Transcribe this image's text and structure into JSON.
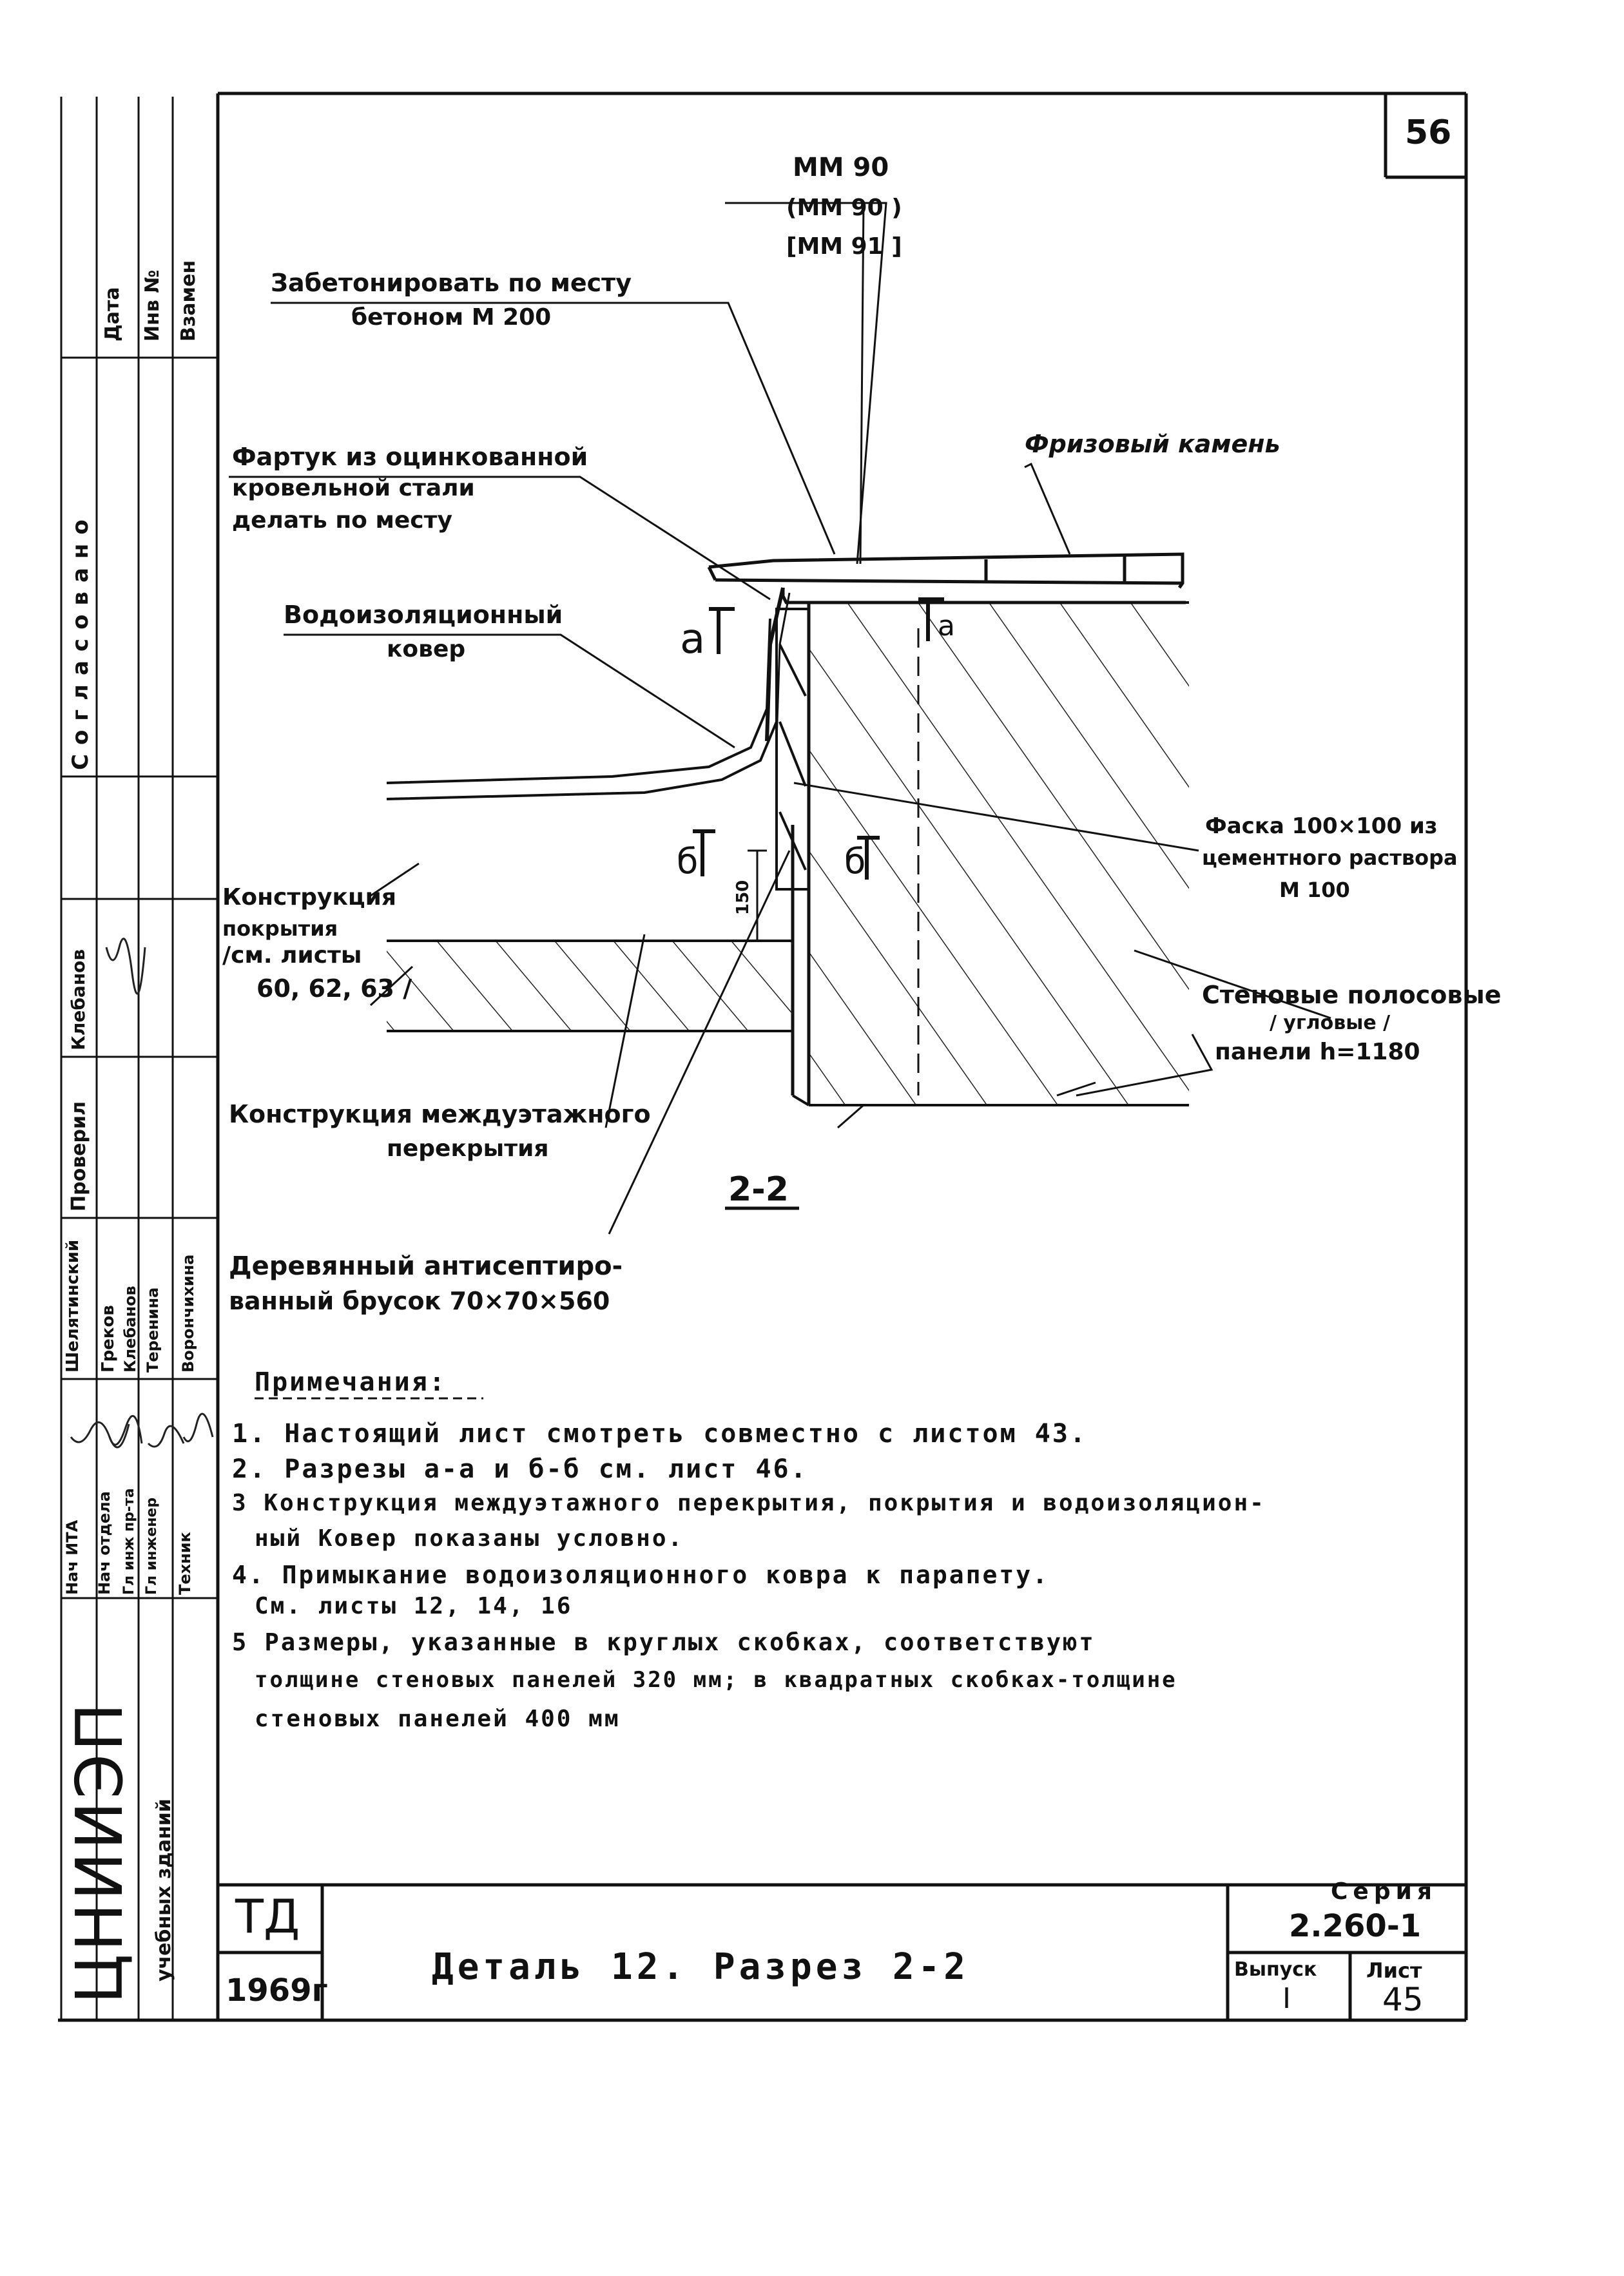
{
  "sheet": {
    "corner_number": "56",
    "drawing": {
      "mark_main": "ММ 90",
      "mark_round": "(ММ 90 )",
      "mark_square": "[ММ 91 ]",
      "concrete_line1": "Забетонировать по месту",
      "concrete_line2": "бетоном М 200",
      "stone": "Фризовый камень",
      "apron_line1": "Фартук из оцинкованной",
      "apron_line2": "кровельной стали",
      "apron_line3": "делать по месту",
      "carpet_line1": "Водоизоляционный",
      "carpet_line2": "ковер",
      "chamfer_line1": "Фаска 100×100 из",
      "chamfer_line2": "цементного раствора",
      "chamfer_line3": "М 100",
      "roof_line1": "Конструкция",
      "roof_line2": "покрытия",
      "roof_line3": "/см. листы",
      "roof_line4": "60, 62, 63 /",
      "panels_line1": "Стеновые полосовые",
      "panels_line2": "/ угловые /",
      "panels_line3": "панели h=1180",
      "floor_line1": "Конструкция междуэтажного",
      "floor_line2": "перекрытия",
      "timber_line1": "Деревянный антисептиро-",
      "timber_line2": "ванный брусок 70×70×560",
      "section_title": "2-2",
      "cut_a": "а",
      "cut_b": "б",
      "dim_150": "150"
    },
    "notes": {
      "heading": "Примечания:",
      "items": [
        "1. Настоящий лист смотреть совместно с листом 43.",
        "2. Разрезы а-а и б-б см. лист 46.",
        "3 Конструкция междуэтажного перекрытия, покрытия и водоизоляцион-",
        "ный Ковер показаны условно.",
        "4. Примыкание водоизоляционного ковра к парапету.",
        "См. листы 12, 14, 16",
        "5 Размеры, указанные в круглых скобках, соответствуют",
        "толщине стеновых панелей 320 мм; в квадратных скобках-толщине",
        "стеновых панелей 400 мм"
      ]
    },
    "side_stamp": {
      "date": "Дата",
      "inv": "Инв №",
      "replace": "Взамен",
      "approved": "Согласовано",
      "klebanov": "Клебанов",
      "checked": "Проверил",
      "roles": [
        "Нач ИТА",
        "Нач отдела",
        "Гл инж пр-та",
        "Гл инженер",
        "Техник"
      ],
      "names": [
        "Шелятинский",
        "Греков",
        "Клебанов",
        "Теренина",
        "Ворончихина"
      ]
    },
    "org": {
      "name": "ЦНИИЭП",
      "sub": "учебных зданий"
    },
    "title_block": {
      "td": "ТД",
      "year": "1969г",
      "title": "Деталь 12. Разрез 2-2",
      "series_label": "Серия",
      "series_value": "2.260-1",
      "issue_label": "Выпуск",
      "issue_value": "I",
      "sheet_label": "Лист",
      "sheet_value": "45"
    }
  }
}
